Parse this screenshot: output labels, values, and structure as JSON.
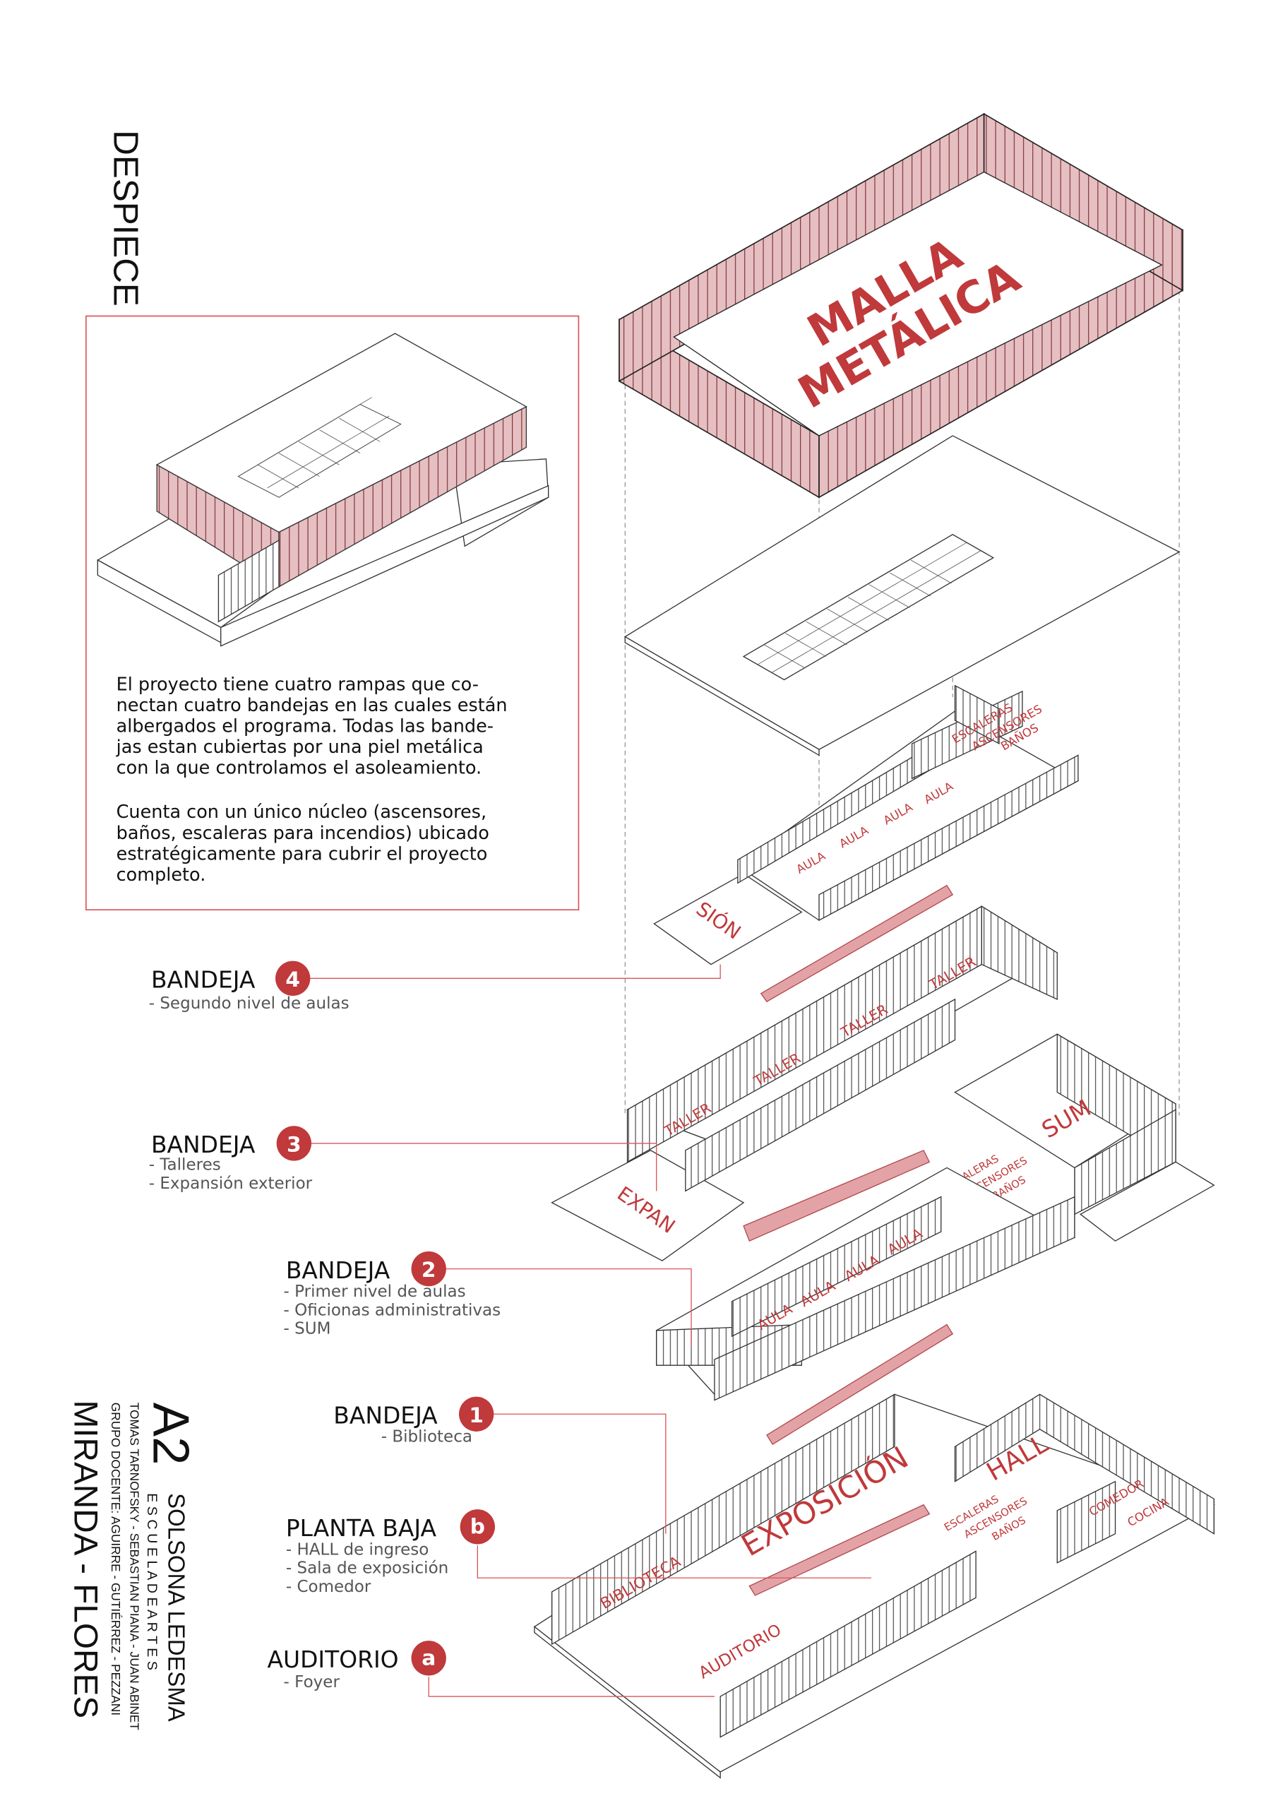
{
  "title": "DESPIECE",
  "description": {
    "paragraph1": [
      "El proyecto tiene cuatro rampas que co-",
      "nectan cuatro bandejas en las cuales están",
      "albergados el programa. Todas las bande-",
      "jas estan cubiertas por una piel metálica",
      "con la que controlamos el asoleamiento."
    ],
    "paragraph2": [
      "Cuenta con un único núcleo (ascensores,",
      "baños, escaleras para incendios) ubicado",
      "estratégicamente para cubrir el proyecto",
      "completo."
    ]
  },
  "mesh_label": [
    "MALLA",
    "METÁLICA"
  ],
  "levels": [
    {
      "title": "BANDEJA",
      "badge": "4",
      "items": [
        "- Segundo nivel de aulas"
      ]
    },
    {
      "title": "BANDEJA",
      "badge": "3",
      "items": [
        "- Talleres",
        "- Expansión exterior"
      ]
    },
    {
      "title": "BANDEJA",
      "badge": "2",
      "items": [
        "- Primer nivel de aulas",
        "- Oficionas administrativas",
        "- SUM"
      ]
    },
    {
      "title": "BANDEJA",
      "badge": "1",
      "items": [
        "- Biblioteca"
      ]
    },
    {
      "title": "PLANTA BAJA",
      "badge": "b",
      "items": [
        "- HALL de ingreso",
        "- Sala de exposición",
        "- Comedor"
      ]
    },
    {
      "title": "AUDITORIO",
      "badge": "a",
      "items": [
        "- Foyer"
      ]
    }
  ],
  "rooms": {
    "b4": [
      "ESCALERAS",
      "ASCENSORES",
      "BAÑOS",
      "AULA",
      "AULA",
      "AULA",
      "AULA",
      "SIÓN"
    ],
    "b3": [
      "TALLER",
      "TALLER",
      "TALLER",
      "TALLER",
      "EXPAN",
      "SUM",
      "ESCALERAS",
      "ASCENSORES",
      "BAÑOS"
    ],
    "b2": [
      "AULA",
      "AULA",
      "AULA",
      "AULA"
    ],
    "pb": [
      "BIBLIOTECA",
      "EXPOSICIÓN",
      "HALL",
      "AUDITORIO",
      "ESCALERAS",
      "ASCENSORES",
      "BAÑOS",
      "COMEDOR",
      "COCINA"
    ]
  },
  "credits": {
    "code": "A2",
    "school_name": "SOLSONA LEDESMA",
    "school_type": "E S C U E L A   D E   A R T E S",
    "students": "TOMAS TARNOFSKY - SEBASTIAN PIANA - JUAN ABINET",
    "faculty": "GRUPO DOCENTE: AGUIRRE - GUTIÉRREZ - PEZZANI",
    "chair": "MIRANDA - FLORES"
  },
  "colors": {
    "accent": "#c0393b",
    "mesh": "#e8c4c6"
  }
}
